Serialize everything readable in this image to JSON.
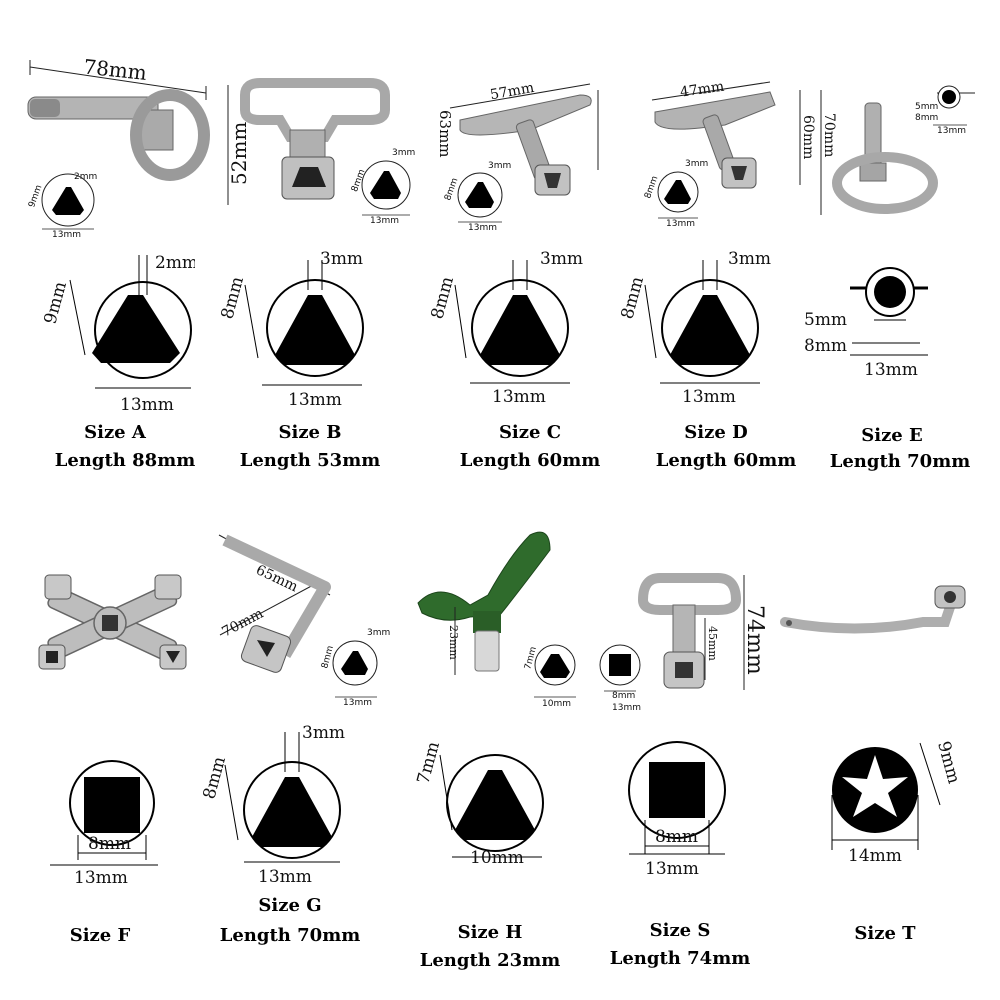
{
  "colors": {
    "metal": "#b9b9b9",
    "metal_dark": "#6f6f6f",
    "green_handle": "#2f6b2c",
    "shape_fill": "#000000",
    "background": "#ffffff"
  },
  "top_row": {
    "photos": [
      {
        "id": "A",
        "length_label": "78mm",
        "dims": {
          "flat": "2mm",
          "height": "9mm",
          "width": "13mm"
        }
      },
      {
        "id": "B",
        "length_label": "52mm",
        "dims": {
          "flat": "3mm",
          "height": "8mm",
          "width": "13mm"
        }
      },
      {
        "id": "C",
        "width_label": "57mm",
        "length_label": "63mm",
        "dims": {
          "flat": "3mm",
          "height": "8mm",
          "width": "13mm"
        }
      },
      {
        "id": "D",
        "width_label": "47mm",
        "length_label": "60mm",
        "dims": {
          "flat": "3mm",
          "height": "8mm",
          "width": "13mm"
        }
      },
      {
        "id": "E",
        "length_label": "70mm",
        "dims": {
          "inner": "5mm",
          "outer": "8mm",
          "width": "13mm"
        }
      }
    ],
    "diagrams": [
      {
        "flat": "2mm",
        "height": "9mm",
        "width": "13mm"
      },
      {
        "flat": "3mm",
        "height": "8mm",
        "width": "13mm"
      },
      {
        "flat": "3mm",
        "height": "8mm",
        "width": "13mm"
      },
      {
        "flat": "3mm",
        "height": "8mm",
        "width": "13mm"
      },
      {
        "inner": "5mm",
        "outer": "8mm",
        "width": "13mm"
      }
    ],
    "labels": [
      {
        "size": "Size A",
        "length": "Length 88mm"
      },
      {
        "size": "Size B",
        "length": "Length 53mm"
      },
      {
        "size": "Size C",
        "length": "Length 60mm"
      },
      {
        "size": "Size D",
        "length": "Length 60mm"
      },
      {
        "size": "Size E",
        "length": "Length 70mm"
      }
    ]
  },
  "bottom_row": {
    "photos": [
      {
        "id": "F"
      },
      {
        "id": "G",
        "label_1": "65mm",
        "label_2": "70mm",
        "dims": {
          "flat": "3mm",
          "height": "8mm",
          "width": "13mm"
        }
      },
      {
        "id": "H",
        "length_label": "23mm",
        "dims": {
          "height": "7mm",
          "width": "10mm"
        }
      },
      {
        "id": "S",
        "length_label": "74mm",
        "inner_label": "45mm",
        "dims": {
          "inner": "8mm",
          "width": "13mm"
        }
      },
      {
        "id": "T"
      }
    ],
    "diagrams": [
      {
        "inner": "8mm",
        "width": "13mm"
      },
      {
        "flat": "3mm",
        "height": "8mm",
        "width": "13mm"
      },
      {
        "height": "7mm",
        "width": "10mm"
      },
      {
        "inner": "8mm",
        "width": "13mm"
      },
      {
        "height": "9mm",
        "width": "14mm"
      }
    ],
    "labels": [
      {
        "size": "Size F",
        "length": ""
      },
      {
        "size": "Size G",
        "length": "Length 70mm"
      },
      {
        "size": "Size H",
        "length": "Length 23mm"
      },
      {
        "size": "Size S",
        "length": "Length 74mm"
      },
      {
        "size": "Size T",
        "length": ""
      }
    ]
  }
}
